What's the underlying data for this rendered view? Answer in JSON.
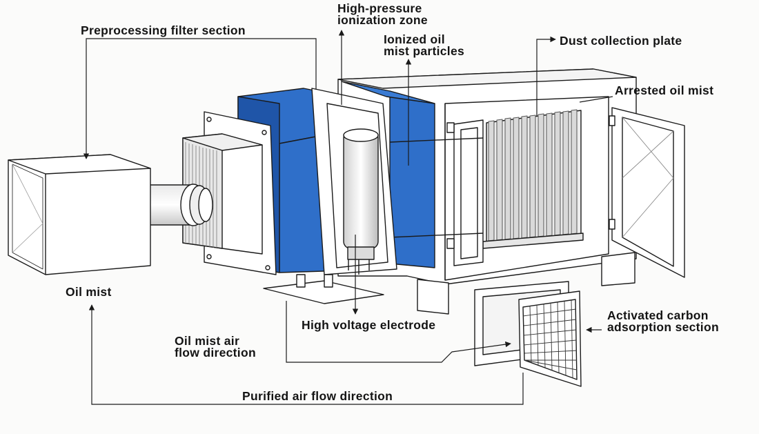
{
  "diagram": {
    "labels": {
      "preprocessing": "Preprocessing filter section",
      "ionization_line1": "High-pressure",
      "ionization_line2": "ionization zone",
      "ionized_line1": "Ionized oil",
      "ionized_line2": "mist particles",
      "dust_plate": "Dust collection plate",
      "arrested": "Arrested oil mist",
      "oil_mist": "Oil mist",
      "hv_electrode": "High voltage electrode",
      "activated_line1": "Activated carbon",
      "activated_line2": "adsorption section",
      "airflow_line1": "Oil mist air",
      "airflow_line2": "flow direction",
      "purified": "Purified air flow direction"
    },
    "colors": {
      "blue_panel": "#2f6fc9",
      "blue_dark": "#1f55a8",
      "line": "#1a1a1a",
      "body_fill": "#ffffff",
      "plate_grey": "#d9d9d9"
    }
  }
}
